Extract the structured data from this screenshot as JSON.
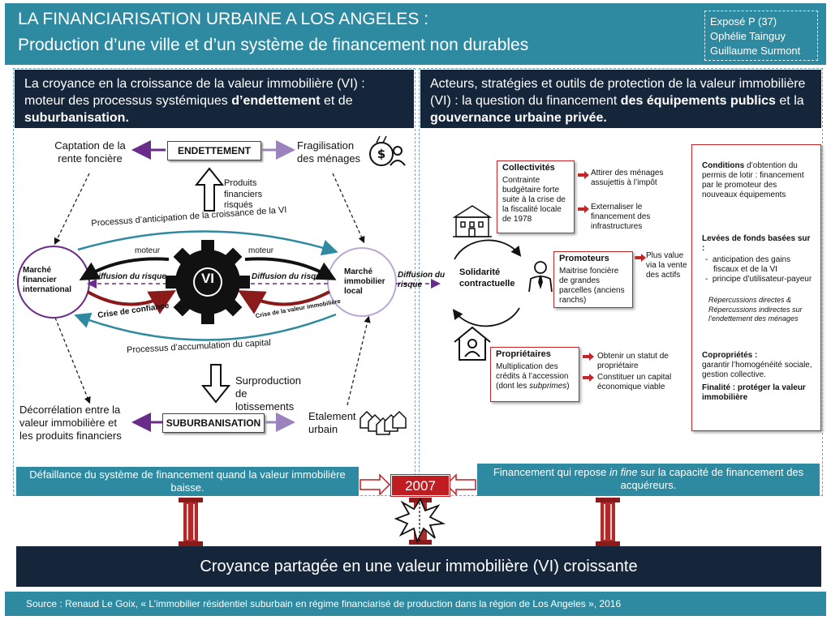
{
  "header": {
    "title_line1": "LA FINANCIARISATION URBAINE A LOS ANGELES :",
    "title_line2": "Production d’une ville et d’un système de financement non durables",
    "expose": "Exposé P (37)",
    "author1": "Ophélie Tainguy",
    "author2": "Guillaume Surmont"
  },
  "left": {
    "heading_pre": "La croyance en la croissance de la valeur immobilière (VI) : moteur des processus systémiques ",
    "heading_b1": "d’endettement",
    "heading_mid": " et de ",
    "heading_b2": "suburbanisation.",
    "endettement": "ENDETTEMENT",
    "suburbanisation": "SUBURBANISATION",
    "captation": "Captation de la rente foncière",
    "fragilisation": "Fragilisation des ménages",
    "produits": "Produits financiers risqués",
    "anticipation": "Processus d’anticipation de la croissance de la VI",
    "accumulation": "Processus d’accumulation du capital",
    "marche_financier": "Marché financier international",
    "marche_immobilier": "Marché immobilier local",
    "vi": "VI",
    "moteur": "moteur",
    "diffusion": "Diffusion du risque",
    "crise_confiance": "Crise de confiance",
    "crise_valeur": "Crise de la valeur immobilière",
    "surproduction": "Surproduction de lotissements",
    "decorrelation": "Décorrélation entre la valeur immobilière et les produits financiers",
    "etalement": "Etalement urbain"
  },
  "right": {
    "heading_pre": "Acteurs, stratégies et outils de protection de la valeur immobilière (VI) : la question du financement ",
    "heading_b1": "des équipements publics",
    "heading_mid": " et la ",
    "heading_b2": "gouvernance urbaine privée.",
    "diffusion": "Diffusion du risque",
    "solidarite": "Solidarité contractuelle",
    "collectivites_title": "Collectivités",
    "collectivites_text": "Contrainte budgétaire forte suite à la crise de la fiscalité locale de 1978",
    "coll_out1": "Attirer des ménages assujettis à l’impôt",
    "coll_out2": "Externaliser le financement des infrastructures",
    "promoteurs_title": "Promoteurs",
    "promoteurs_text": "Maitrise foncière de grandes parcelles (anciens ranchs)",
    "prom_out": "Plus value via la vente des actifs",
    "proprietaires_title": "Propriétaires",
    "proprietaires_text_pre": "Multiplication des crédits à l’accession (dont les ",
    "proprietaires_text_i": "subprimes",
    "proprietaires_text_post": ")",
    "prop_out1": "Obtenir un statut de propriétaire",
    "prop_out2": "Constituer un capital économique viable",
    "cond_b": "Conditions",
    "cond_text": " d’obtention du permis de lotir : financement par le promoteur des nouveaux équipements",
    "levees": "Levées de fonds basées sur :",
    "levee1": "anticipation des gains fiscaux et de la VI",
    "levee2": "principe d’utilisateur-payeur",
    "rep1": "Répercussions directes &",
    "rep2": "Répercussions indirectes sur l’endettement des ménages",
    "copro_title": "Copropriétés :",
    "copro_text": "garantir l’homogénéité sociale, gestion collective.",
    "finalite": "Finalité : protéger la valeur immobilière"
  },
  "bottom": {
    "defaillance": "Défaillance du système de financement quand la valeur immobilière baisse.",
    "year": "2007",
    "financement_pre": "Financement qui repose ",
    "financement_i": "in fine",
    "financement_post": " sur la capacité de financement des acquéreurs.",
    "croyance": "Croyance partagée en une valeur immobilière (VI) croissante"
  },
  "footer": {
    "source": "Source : Renaud Le Goix, « L’immobilier résidentiel suburbain en régime financiarisé de production dans la région de Los Angeles », 2016"
  },
  "colors": {
    "teal": "#2e8aa0",
    "navy": "#16263a",
    "purple": "#6a2c8a",
    "dark_red": "#8b1a1a",
    "red": "#c01d22"
  }
}
